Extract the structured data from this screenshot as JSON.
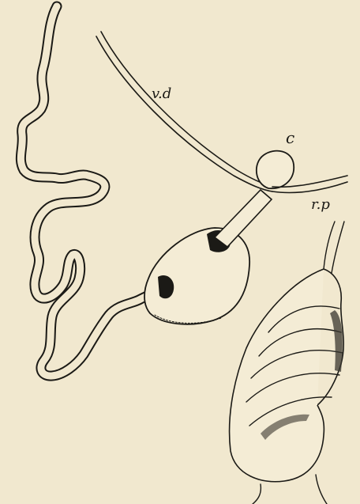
{
  "figure": {
    "background": "#f1e8cf",
    "ink": "#1b1a16",
    "labels": {
      "vas_deferens": "v.d",
      "c": "c",
      "r_p": "r.p"
    }
  }
}
